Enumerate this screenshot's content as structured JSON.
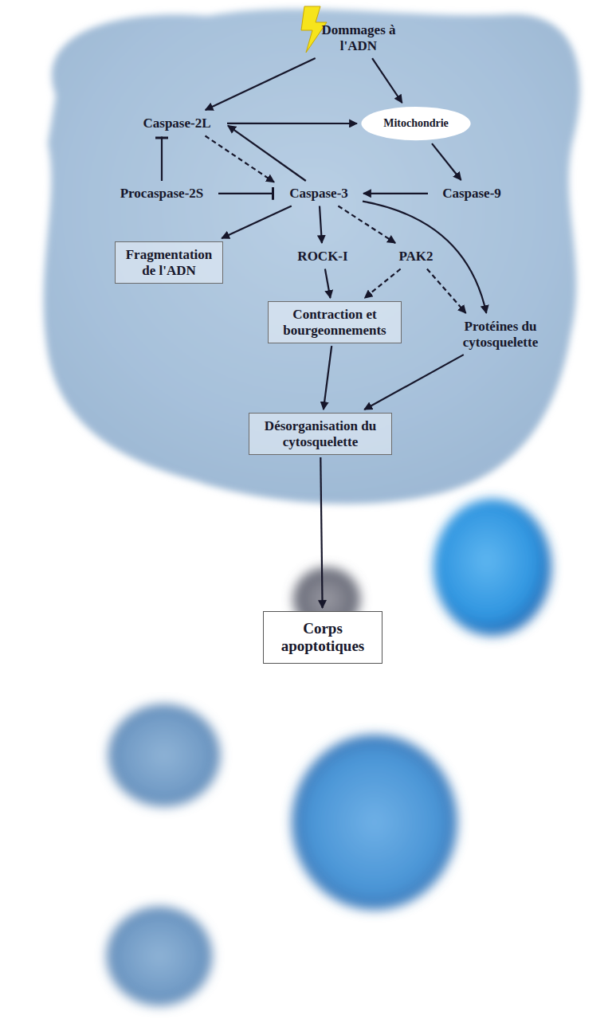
{
  "diagram": {
    "nodes": [
      {
        "text": [
          "Dommages à l'ADN"
        ]
      },
      {
        "text": [
          "Caspase-2L"
        ]
      },
      {
        "text": [
          "Mitochondrie"
        ]
      },
      {
        "text": [
          "Procaspase-2S"
        ]
      },
      {
        "text": [
          "Caspase-3"
        ]
      },
      {
        "text": [
          "Caspase-9"
        ]
      },
      {
        "text": [
          "Fragmentation de l'ADN"
        ]
      },
      {
        "text": [
          "ROCK-I"
        ]
      },
      {
        "text": [
          "PAK2"
        ]
      },
      {
        "text": [
          "Contraction et bourgeonnements"
        ]
      },
      {
        "text": [
          "Protéines du cytosquelette"
        ]
      },
      {
        "text": [
          "Désorganisation du cytosquelette"
        ]
      },
      {
        "text": [
          "Corps apoptotiques"
        ]
      }
    ],
    "edges": [
      {
        "from": 0,
        "to": 1,
        "arrow": "to"
      },
      {
        "from": 0,
        "to": 2,
        "arrow": "to"
      },
      {
        "from": 1,
        "to": 2,
        "arrow": "to"
      },
      {
        "from": 1,
        "to": 4,
        "arrow": "to"
      },
      {
        "from": 4,
        "to": 1,
        "arrow": "to"
      },
      {
        "from": 3,
        "to": 1,
        "arrow": "to"
      },
      {
        "from": 3,
        "to": 4,
        "arrow": "to"
      },
      {
        "from": 2,
        "to": 5,
        "arrow": "to"
      },
      {
        "from": 5,
        "to": 4,
        "arrow": "to"
      },
      {
        "from": 4,
        "to": 6,
        "arrow": "to"
      },
      {
        "from": 4,
        "to": 7,
        "arrow": "to"
      },
      {
        "from": 4,
        "to": 8,
        "arrow": "to"
      },
      {
        "from": 4,
        "to": 10,
        "arrow": "to"
      },
      {
        "from": 7,
        "to": 9,
        "arrow": "to"
      },
      {
        "from": 8,
        "to": 9,
        "arrow": "to"
      },
      {
        "from": 8,
        "to": 10,
        "arrow": "to"
      },
      {
        "from": 9,
        "to": 11,
        "arrow": "to"
      },
      {
        "from": 10,
        "to": 11,
        "arrow": "to"
      },
      {
        "from": 11,
        "to": 12,
        "arrow": "to"
      }
    ]
  }
}
